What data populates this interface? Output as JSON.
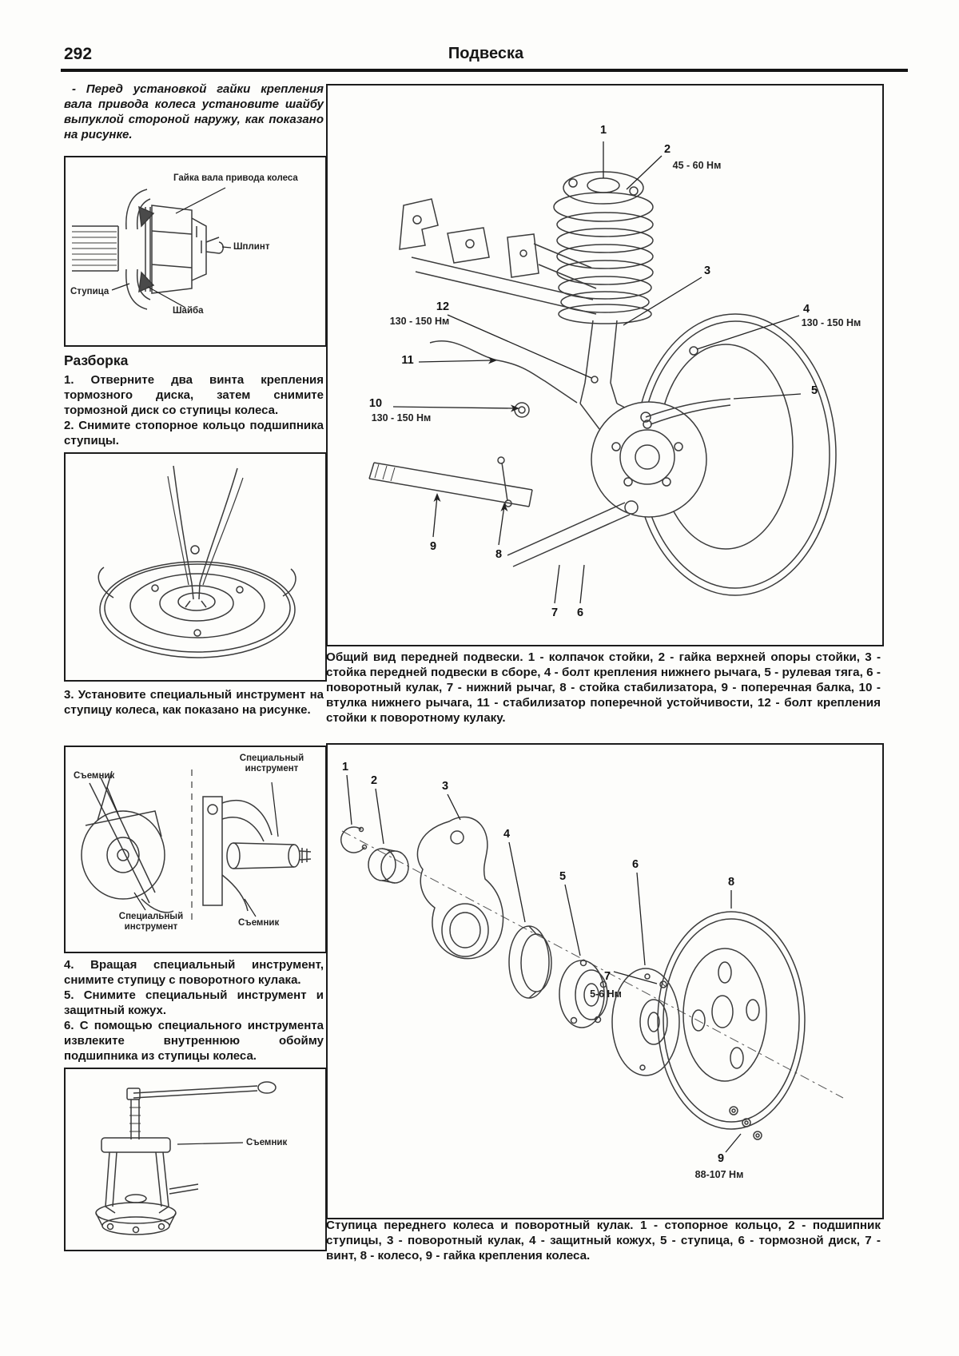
{
  "page": {
    "number": "292",
    "title": "Подвеска"
  },
  "left": {
    "note": "- Перед установкой гайки крепления вала привода колеса установите шайбу выпуклой стороной наружу, как показано на рисунке.",
    "fig_axle": {
      "label_nut": "Гайка вала привода колеса",
      "label_pin": "Шплинт",
      "label_hub": "Ступица",
      "label_washer": "Шайба"
    },
    "heading": "Разборка",
    "step1": "1. Отверните два винта крепления тормозного диска, затем снимите тормозной диск со ступицы колеса.",
    "step2": "2. Снимите стопорное кольцо подшипника ступицы.",
    "step3": "3. Установите специальный инструмент на ступицу колеса, как показано на рисунке.",
    "fig_tools": {
      "label_puller_top": "Съемник",
      "label_tool_top": "Специальный инструмент",
      "label_tool_bottom": "Специальный инструмент",
      "label_puller_bottom": "Съемник"
    },
    "step4": "4. Вращая специальный инструмент, снимите ступицу с поворотного кулака.",
    "step5": "5. Снимите специальный инструмент и защитный кожух.",
    "step6": "6. С помощью специального инструмента извлеките внутреннюю обойму подшипника из ступицы колеса.",
    "fig_puller": {
      "label": "Съемник"
    }
  },
  "suspension": {
    "callouts": {
      "c1": "1",
      "c2": "2",
      "c3": "3",
      "c4": "4",
      "c5": "5",
      "c6": "6",
      "c7": "7",
      "c8": "8",
      "c9": "9",
      "c10": "10",
      "c11": "11",
      "c12": "12",
      "t2": "45 - 60 Нм",
      "t4": "130 - 150 Нм",
      "t10": "130 - 150 Нм",
      "t12": "130 - 150 Нм"
    },
    "caption": "Общий вид передней подвески. 1 - колпачок стойки, 2 - гайка верхней опоры стойки, 3 - стойка передней подвески в сборе, 4 - болт крепления нижнего рычага, 5 - рулевая тяга, 6 - поворотный кулак, 7 - нижний рычаг, 8 - стойка стабилизатора, 9 - поперечная балка, 10 - втулка нижнего рычага, 11 - стабилизатор поперечной устойчивости, 12 - болт крепления стойки к поворотному кулаку."
  },
  "hub": {
    "callouts": {
      "c1": "1",
      "c2": "2",
      "c3": "3",
      "c4": "4",
      "c5": "5",
      "c6": "6",
      "c7": "7",
      "c8": "8",
      "c9": "9",
      "t7": "5-6 Нм",
      "t9": "88-107 Нм"
    },
    "caption": "Ступица переднего колеса и поворотный кулак. 1 - стопорное кольцо, 2 - подшипник ступицы, 3 - поворотный кулак, 4 - защитный кожух, 5 - ступица, 6 - тормозной диск, 7 - винт, 8 - колесо, 9 - гайка крепления колеса."
  }
}
